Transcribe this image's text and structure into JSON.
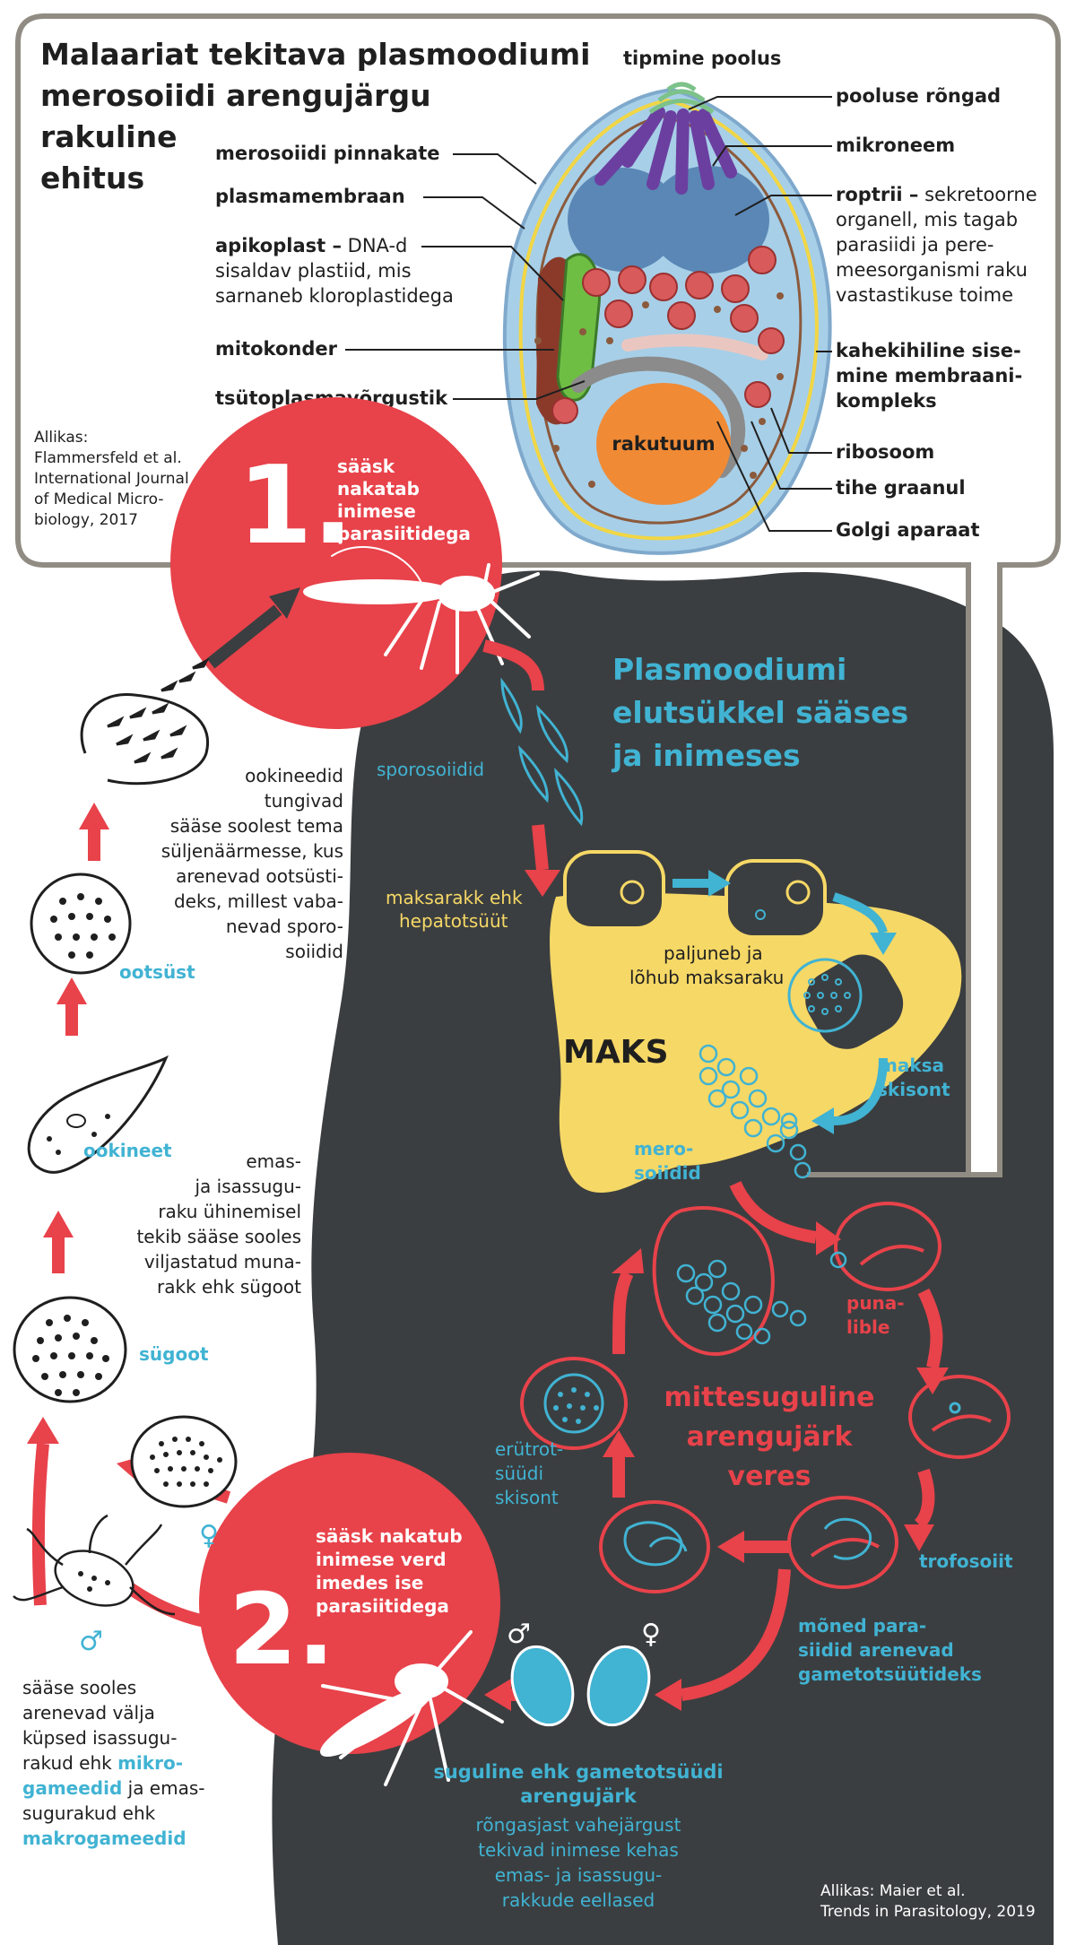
{
  "panel": {
    "title_lines": [
      "Malaariat tekitava plasmoodiumi",
      "merosoiidi arengujärgu",
      "rakuline",
      "ehitus"
    ],
    "source_lines": [
      "Allikas:",
      "Flammersfeld et al.",
      "International Journal",
      "of Medical Micro-",
      "biology, 2017"
    ],
    "labels_left": {
      "pinnakate": "merosoiidi pinnakate",
      "plasmamembraan": "plasmamembraan",
      "apikoplast_bold": "apikoplast –",
      "apikoplast_rest1": " DNA-d",
      "apikoplast_rest2": "sisaldav plastiid, mis",
      "apikoplast_rest3": "sarnaneb kloroplastidega",
      "mitokonder": "mitokonder",
      "retikulum": "tsütoplasmavõrgustik"
    },
    "labels_right": {
      "tipmine": "tipmine poolus",
      "rongad": "pooluse rõngad",
      "mikroneem": "mikroneem",
      "roptrii_bold": "roptrii –",
      "roptrii_rest1": " sekretoorne",
      "roptrii_rest2": "organell, mis tagab",
      "roptrii_rest3": "parasiidi ja pere-",
      "roptrii_rest4": "meesorganismi raku",
      "roptrii_rest5": "vastastikuse toime",
      "kahekihiline1": "kahekihiline sise-",
      "kahekihiline2": "mine membraani-",
      "kahekihiline3": "kompleks",
      "ribosoom": "ribosoom",
      "graanul": "tihe graanul",
      "golgi": "Golgi aparaat"
    },
    "nucleus": "rakutuum"
  },
  "step1": {
    "number": "1.",
    "lines": [
      "sääsk",
      "nakatab",
      "inimese",
      "parasiitidega"
    ]
  },
  "step2": {
    "number": "2.",
    "lines": [
      "sääsk nakatub",
      "inimese verd",
      "imedes ise",
      "parasiitidega"
    ]
  },
  "body": {
    "title_lines": [
      "Plasmoodiumi",
      "elutsükkel sääses",
      "ja inimeses"
    ],
    "sporosoiidid": "sporosoiidid",
    "maksarakk": [
      "maksarakk ehk",
      "hepatotsüüt"
    ],
    "paljuneb": [
      "paljuneb ja",
      "lõhub maksaraku"
    ],
    "maks": "MAKS",
    "skisont": [
      "maksa",
      "skisont"
    ],
    "merosoiidid": [
      "mero-",
      "soiidid"
    ],
    "punalible": [
      "puna-",
      "lible"
    ],
    "mittesuguline": [
      "mittesuguline",
      "arengujärk",
      "veres"
    ],
    "erutrotsuudi": [
      "erütrot-",
      "süüdi",
      "skisont"
    ],
    "trofosoiit": "trofosoiit",
    "moned": [
      "mõned para-",
      "siidid arenevad",
      "gametotsüütideks"
    ],
    "suguline": [
      "suguline ehk gametotsüüdi",
      "arengujärk"
    ],
    "rongasjast": [
      "rõngasjast vahejärgust",
      "tekivad inimese kehas",
      "emas- ja isassugu-",
      "rakkude eellased"
    ],
    "source_lines": [
      "Allikas: Maier et al.",
      "Trends in Parasitology, 2019"
    ]
  },
  "mosquito_side": {
    "ookineedid": [
      "ookineedid",
      "tungivad",
      "sääse soolest tema",
      "süljenäärmesse, kus",
      "arenevad ootsüsti-",
      "deks, millest vaba-",
      "nevad sporo-",
      "soiidid"
    ],
    "ootsust": "ootsüst",
    "ookineet": "ookineet",
    "emas": [
      "emas-",
      "ja isassugu-",
      "raku ühinemisel",
      "tekib sääse sooles",
      "viljastatud muna-",
      "rakk ehk sügoot"
    ],
    "sugoot": "sügoot",
    "female_symbol": "♀",
    "male_symbol": "♂",
    "bottom_black": [
      "sääse sooles",
      "arenevad välja",
      "küpsed isassugu-",
      "rakud ehk "
    ],
    "mikro": [
      "mikro-",
      "gameedid"
    ],
    "ja_emas": [
      " ja emas-",
      "sugurakud ehk"
    ],
    "makro": "makrogameedid"
  },
  "colors": {
    "dark": "#3b3e40",
    "red": "#e8424a",
    "blue": "#41b3d3",
    "yellow": "#f6d866",
    "frame": "#908c83"
  }
}
